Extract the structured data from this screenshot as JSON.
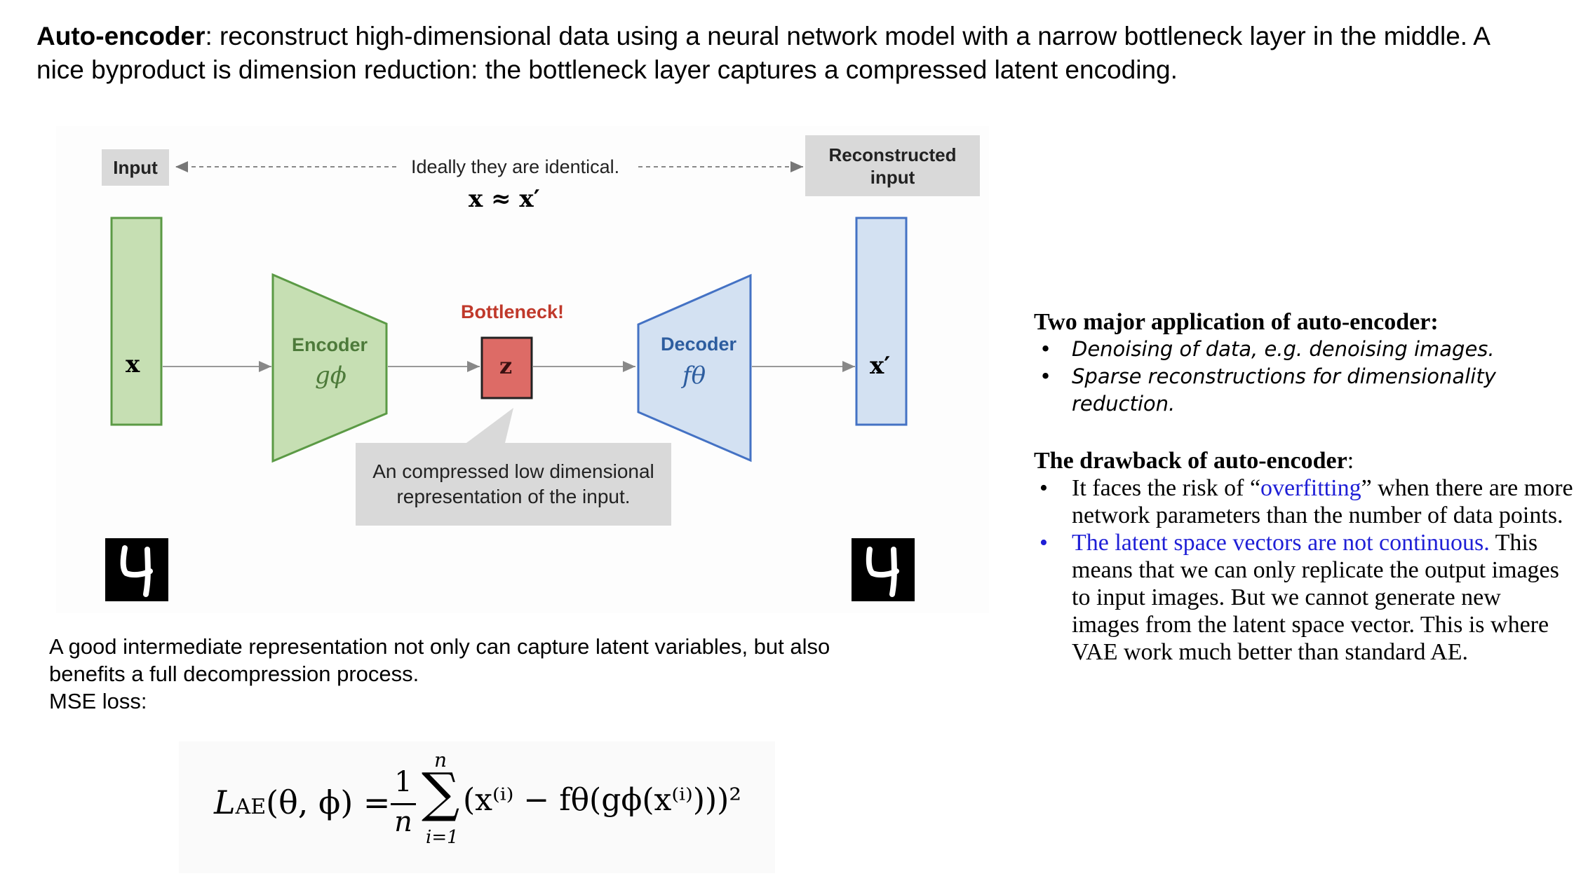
{
  "intro": {
    "term": "Auto-encoder",
    "text": ": reconstruct high-dimensional data using a neural network model with a narrow bottleneck layer in the middle. A nice byproduct is dimension reduction: the bottleneck layer captures a compressed latent encoding."
  },
  "diagram": {
    "input_label": "Input",
    "ideal_text": "Ideally they are identical.",
    "ideal_formula": "x ≈ x′",
    "reconstructed_label_1": "Reconstructed",
    "reconstructed_label_2": "input",
    "x_label": "x",
    "encoder_label": "Encoder",
    "encoder_fn": "gϕ",
    "bottleneck_label": "Bottleneck!",
    "z_label": "z",
    "decoder_label": "Decoder",
    "decoder_fn": "fθ",
    "xprime_label": "x′",
    "callout_line1": "An compressed low dimensional",
    "callout_line2": "representation of the input.",
    "digit_in": "4",
    "digit_out": "4",
    "colors": {
      "green_fill": "#c6dfb3",
      "green_stroke": "#5b9a45",
      "blue_fill": "#d3e1f2",
      "blue_stroke": "#4472c4",
      "red_fill": "#dd6b66",
      "bottleneck_text": "#c0392b",
      "decoder_text": "#2d5d9f"
    }
  },
  "below": {
    "line1": "A good intermediate representation not only can capture latent variables, but also",
    "line2": "benefits a full decompression process.",
    "line3": "MSE loss:"
  },
  "formula": {
    "lhs": "L",
    "lhs_sub": "AE",
    "args": "(θ, ϕ) =",
    "frac_num": "1",
    "frac_den": "n",
    "sum_top": "n",
    "sum_bottom": "i=1",
    "body": "(x⁽ⁱ⁾ − fθ(gϕ(x⁽ⁱ⁾)))²"
  },
  "right": {
    "apps_title": "Two major application of auto-encoder:",
    "apps": [
      "Denoising of data, e.g. denoising images.",
      "Sparse reconstructions for dimensionality reduction."
    ],
    "drawback_title": "The drawback of auto-encoder",
    "drawback_colon": ":",
    "drawback1_pre": "It faces the risk of “",
    "drawback1_link": "overfitting",
    "drawback1_post": "” when there are more network parameters than the number of data points.",
    "drawback2_blue": "The latent space vectors are not continuous.",
    "drawback2_rest": " This means that we can only replicate the output images to input images. But we cannot generate new images from the latent space vector. This is where VAE work much better than standard AE."
  }
}
